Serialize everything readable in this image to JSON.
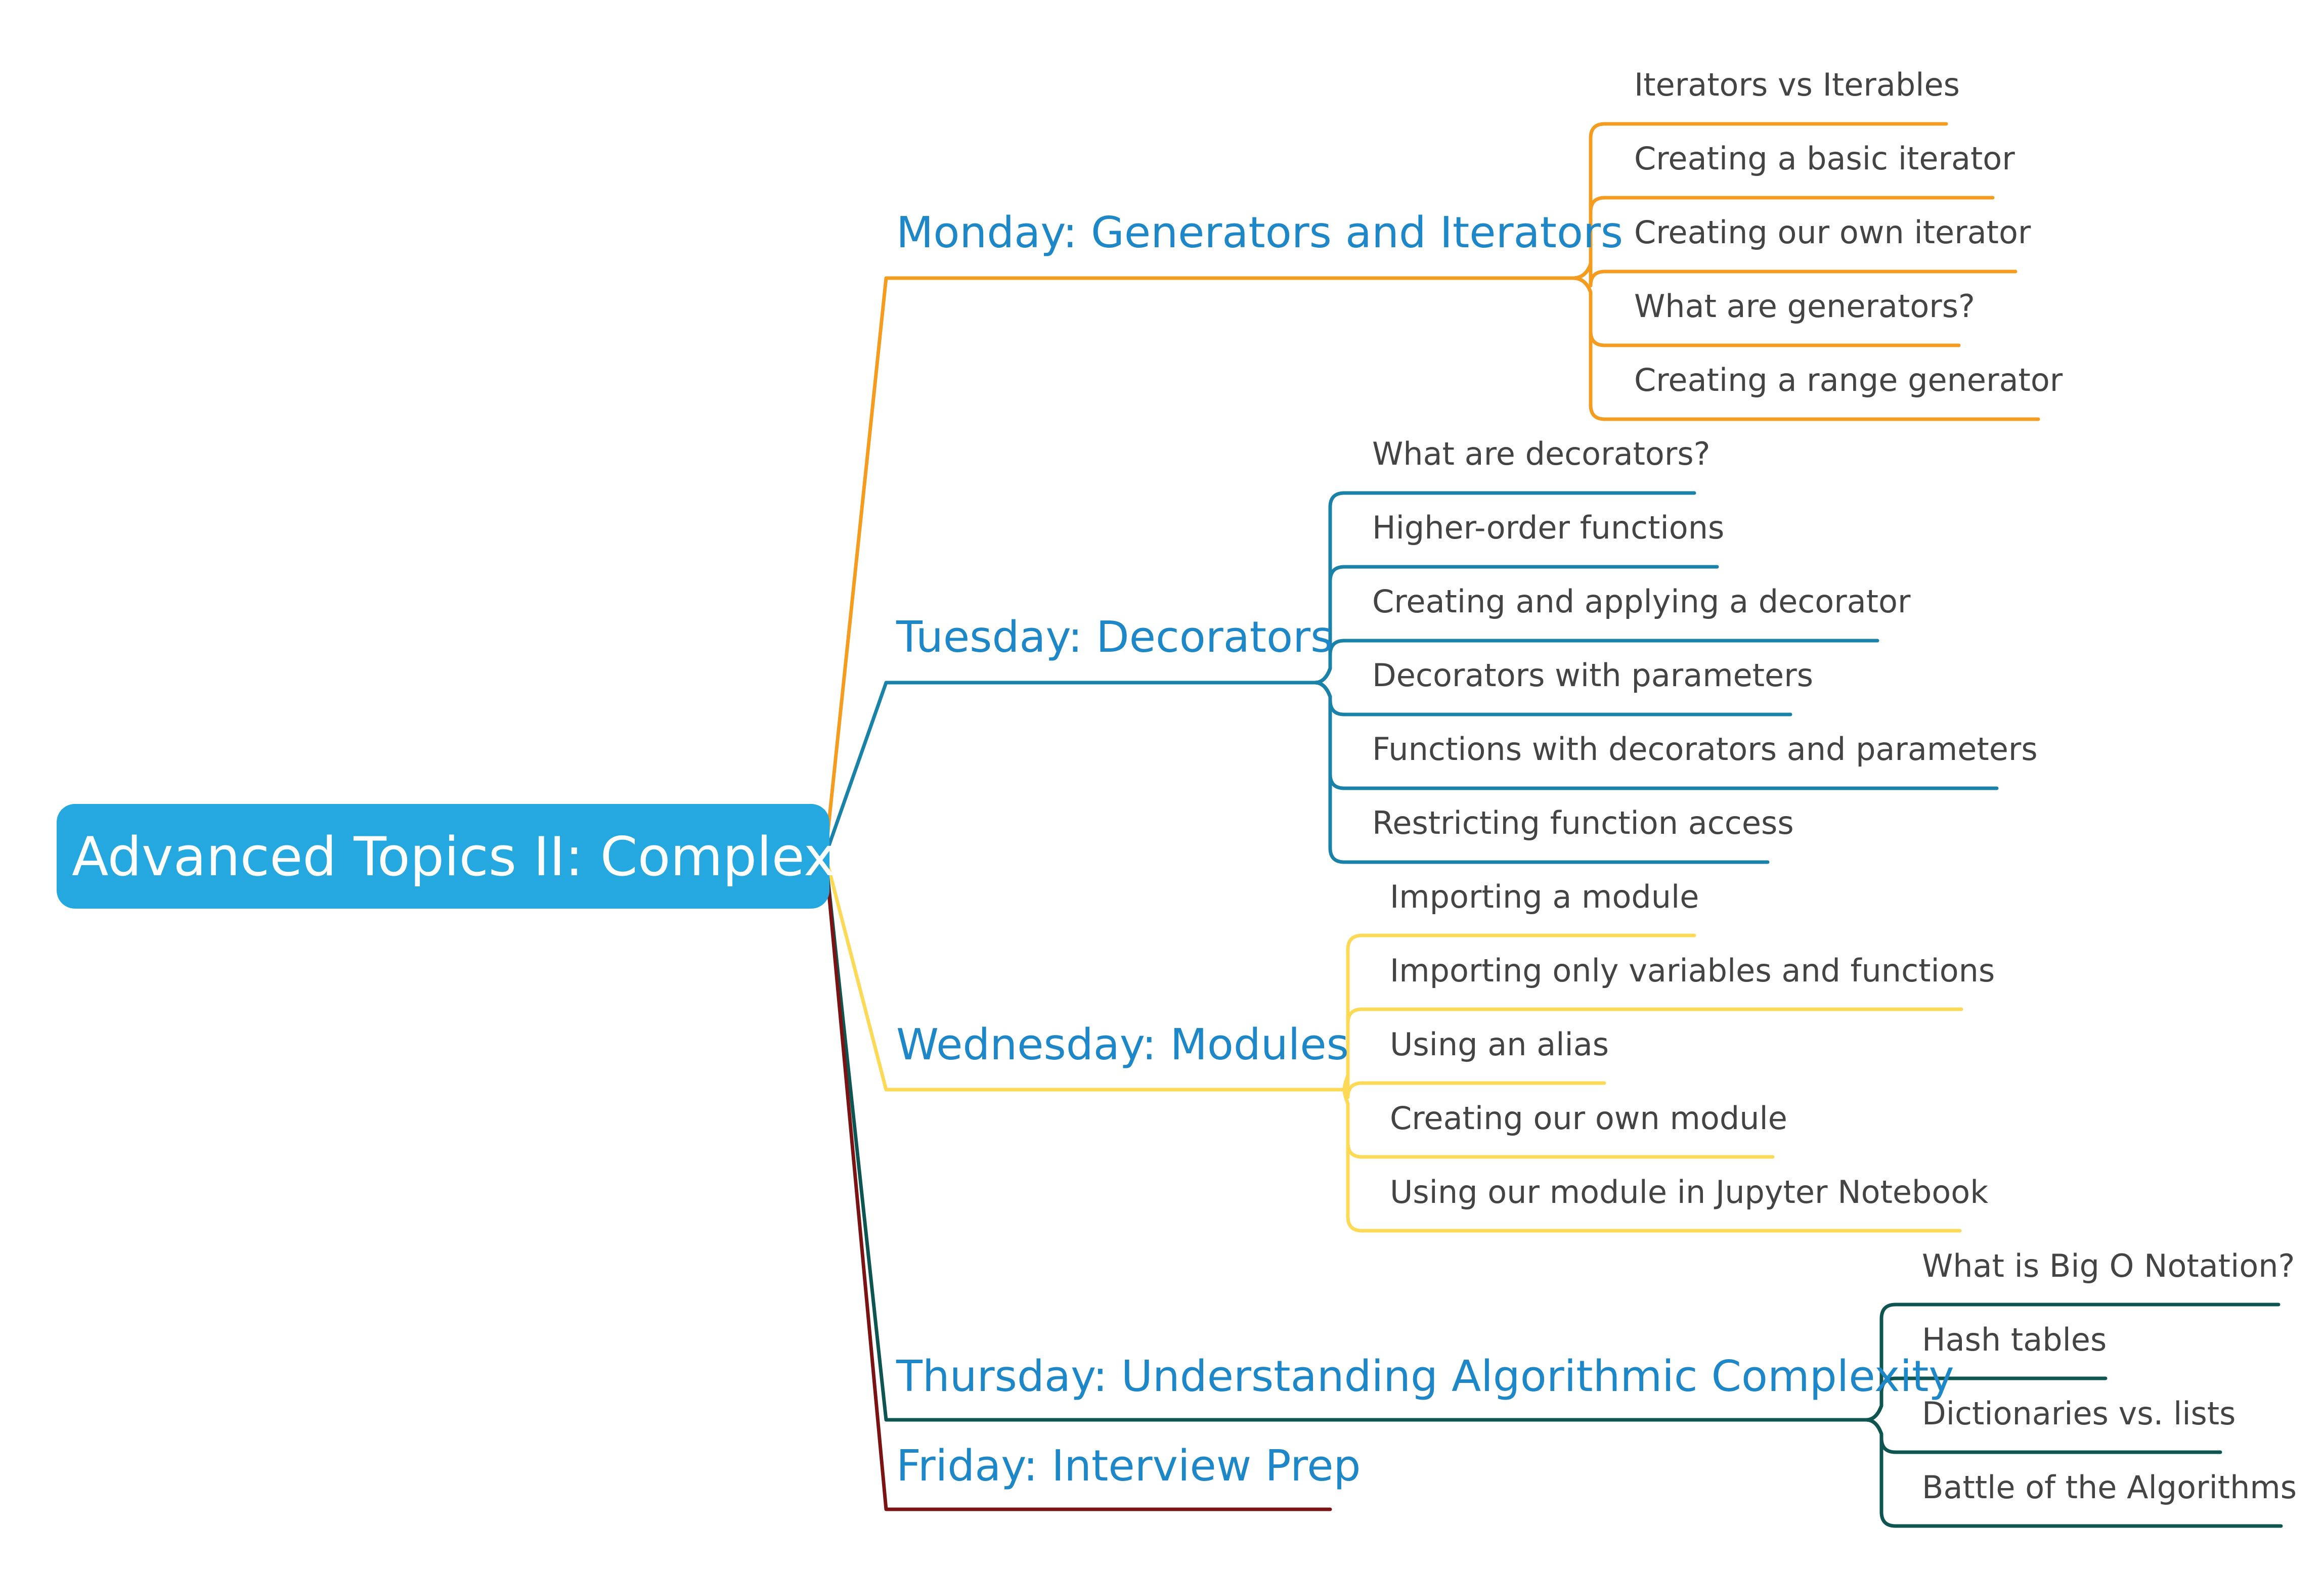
{
  "root": {
    "label": "Advanced Topics II: Complexity",
    "color": "#24a8df"
  },
  "branches": [
    {
      "label": "Monday: Generators and Iterators",
      "color": "#f39c1f",
      "children": [
        "Iterators vs Iterables",
        "Creating a basic iterator",
        "Creating our own iterator",
        "What are generators?",
        "Creating a range generator"
      ]
    },
    {
      "label": "Tuesday: Decorators",
      "color": "#1a82a8",
      "children": [
        "What are decorators?",
        "Higher-order functions",
        "Creating and applying a decorator",
        "Decorators with parameters",
        "Functions with decorators and parameters",
        "Restricting function access"
      ]
    },
    {
      "label": "Wednesday: Modules",
      "color": "#fcd957",
      "children": [
        "Importing a module",
        "Importing only variables and functions",
        "Using an alias",
        "Creating our own module",
        "Using our module in Jupyter Notebook"
      ]
    },
    {
      "label": "Thursday: Understanding Algorithmic Complexity",
      "color": "#0e5552",
      "children": [
        "What is Big O Notation?",
        "Hash tables",
        "Dictionaries vs. lists",
        "Battle of the Algorithms"
      ]
    },
    {
      "label": "Friday: Interview Prep",
      "color": "#7a1414",
      "children": []
    }
  ]
}
